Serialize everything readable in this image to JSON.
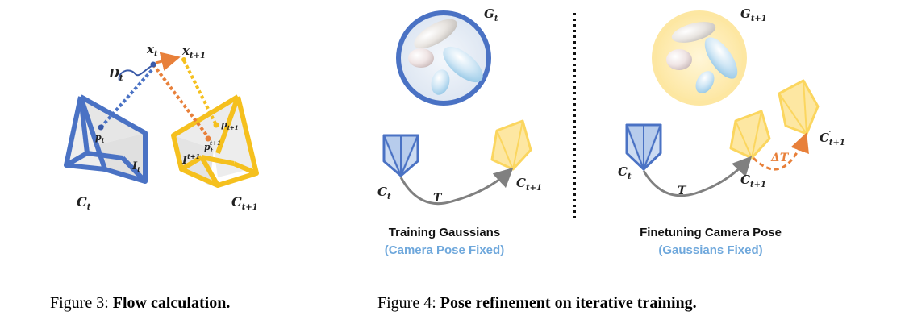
{
  "fig3": {
    "labels": {
      "x_t": "x",
      "x_t_sub": "t",
      "x_t1": "x",
      "x_t1_sub": "t+1",
      "d_t": "D",
      "d_t_sub": "t",
      "p_t": "p",
      "p_t_sub": "t",
      "p_t1": "p",
      "p_t1_sub": "t+1",
      "p_t_t1": "p",
      "p_t_t1_sub": "t",
      "p_t_t1_sup": "t+1",
      "i_t": "I",
      "i_t_sub": "t",
      "i_t1": "I",
      "i_t1_sup": "t+1",
      "c_t": "C",
      "c_t_sub": "t",
      "c_t1": "C",
      "c_t1_sub": "t+1"
    },
    "caption_prefix": "Figure 3: ",
    "caption_bold": "Flow calculation."
  },
  "fig4": {
    "left": {
      "g_label": "G",
      "g_sub": "t",
      "c_t": "C",
      "c_t_sub": "t",
      "c_t1": "C",
      "c_t1_sub": "t+1",
      "t_label": "T",
      "title": "Training Gaussians",
      "subtitle": "(Camera Pose Fixed)"
    },
    "right": {
      "g_label": "G",
      "g_sub": "t+1",
      "c_t": "C",
      "c_t_sub": "t",
      "c_t1": "C",
      "c_t1_sub": "t+1",
      "c_t1p": "C",
      "c_t1p_prime": "′",
      "c_t1p_sub": "t+1",
      "t_label": "T",
      "delta_t": "ΔT",
      "title": "Finetuning Camera Pose",
      "subtitle": "(Gaussians Fixed)"
    },
    "caption_prefix": "Figure 4: ",
    "caption_bold": "Pose refinement on iterative training."
  },
  "colors": {
    "blue": "#4a72c4",
    "yellow": "#f5c01e",
    "yellow_light": "#fbe39a",
    "orange": "#e8803a",
    "gray": "#808080",
    "light_blue_text": "#6fa8dc"
  }
}
